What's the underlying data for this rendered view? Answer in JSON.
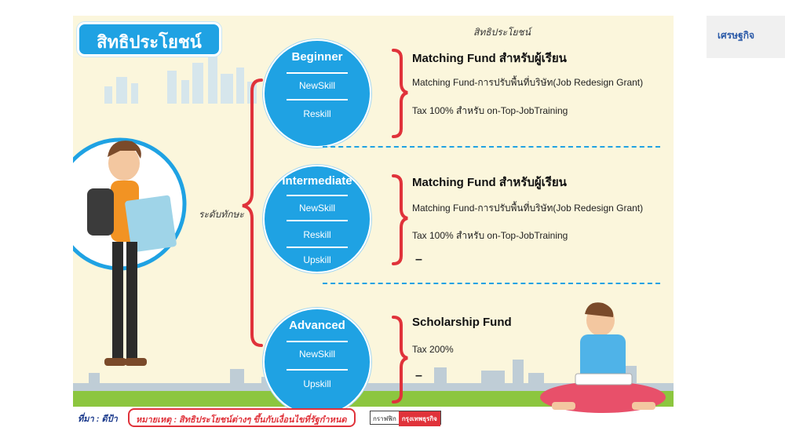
{
  "title": "สิทธิประโยชน์",
  "top_caption": "สิทธิประโยชน์",
  "side_label": "ระดับทักษะ",
  "levels": [
    {
      "name": "Beginner",
      "skills": [
        "NewSkill",
        "Reskill"
      ],
      "heading": "Matching Fund สำหรับผู้เรียน",
      "rows": [
        "Matching Fund-การปรับพื้นที่บริษัท(Job Redesign Grant)",
        "Tax 100% สำหรับ on-Top-JobTraining"
      ]
    },
    {
      "name": "Intermediate",
      "skills": [
        "NewSkill",
        "Reskill",
        "Upskill"
      ],
      "heading": "Matching Fund สำหรับผู้เรียน",
      "rows": [
        "Matching Fund-การปรับพื้นที่บริษัท(Job Redesign Grant)",
        "Tax 100% สำหรับ on-Top-JobTraining"
      ],
      "dash": "–"
    },
    {
      "name": "Advanced",
      "skills": [
        "NewSkill",
        "Upskill"
      ],
      "heading": "Scholarship Fund",
      "rows": [
        "Tax 200%"
      ],
      "dash": "–"
    }
  ],
  "footer": {
    "source": "ที่มา : ดีป้า",
    "note": "หมายเหตุ : สิทธิประโยชน์ต่างๆ ขึ้นกับเงื่อนไขที่รัฐกำหนด",
    "credit_label": "กราฟฟิก",
    "credit_brand": "กรุงเทพธุรกิจ"
  },
  "brand_tab": "เศรษฐกิจ",
  "colors": {
    "accent": "#1fa2e3",
    "brace": "#e0323a",
    "panel_bg": "#fbf6dc"
  }
}
